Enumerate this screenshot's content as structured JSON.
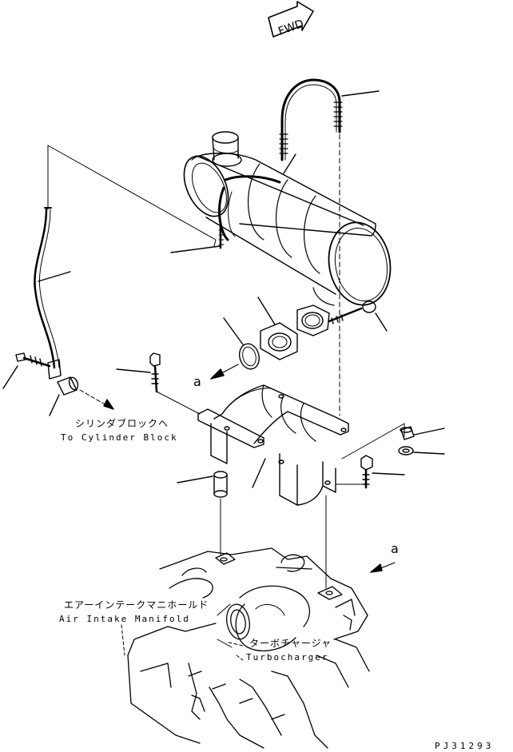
{
  "direction_marker": {
    "text": "FWD"
  },
  "reference_labels": {
    "left": "a",
    "right": "a"
  },
  "callouts": {
    "cylinder_block_jp": "シリンダブロックへ",
    "cylinder_block_en": "To Cylinder Block",
    "air_intake_jp": "エアーインテークマニホールド",
    "air_intake_en": "Air Intake Manifold",
    "turbo_jp": "ターボチャージャ",
    "turbo_en": "Turbocharger"
  },
  "drawing_code": "PJ31293"
}
